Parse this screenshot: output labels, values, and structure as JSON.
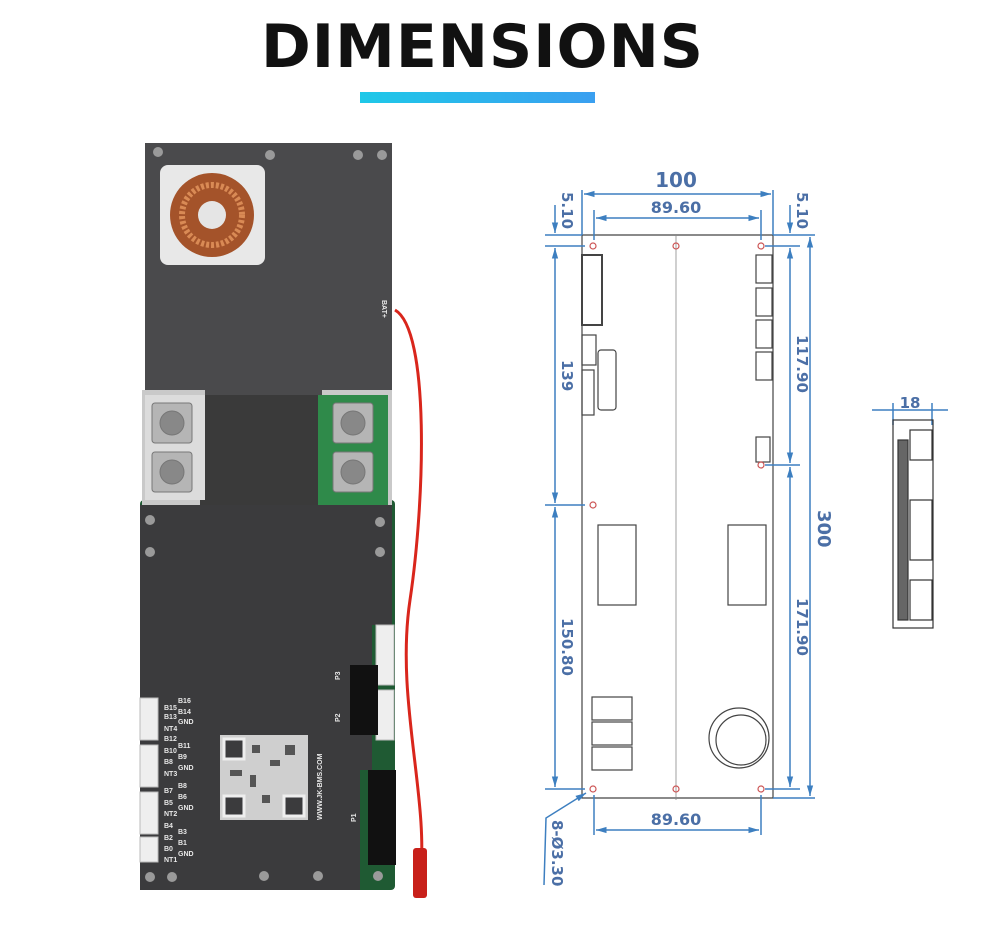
{
  "title": "DIMENSIONS",
  "colors": {
    "accent_start": "#1ec8e8",
    "accent_end": "#3a9ff0",
    "dimension": "#4b6fa6"
  },
  "photo": {
    "qr_url": "WWW.JK-BMS.COM",
    "bat_label": "BAT+",
    "port_labels": [
      "P3",
      "P2",
      "P1"
    ],
    "pin_labels": [
      "B16",
      "B15",
      "B14",
      "B13",
      "GND",
      "NT4",
      "B12",
      "B11",
      "B10",
      "B9",
      "B8",
      "GND",
      "NT3",
      "B8",
      "B7",
      "B6",
      "B5",
      "GND",
      "NT2",
      "B4",
      "B3",
      "B2",
      "B1",
      "B0",
      "GND",
      "NT1"
    ]
  },
  "drawing": {
    "width_total": "100",
    "width_holes_top": "89.60",
    "width_holes_bottom": "89.60",
    "margin_left": "5.10",
    "margin_right": "5.10",
    "left_upper": "139",
    "left_lower": "150.80",
    "right_upper": "117.90",
    "right_lower": "171.90",
    "length_total": "300",
    "holes": "8-Ø3.30",
    "thickness": "18"
  }
}
